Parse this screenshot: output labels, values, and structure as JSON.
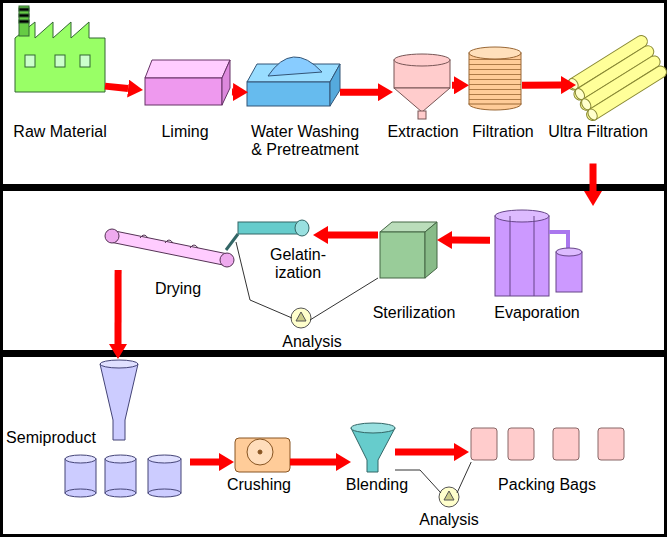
{
  "diagram": {
    "nodes": [
      {
        "text": [
          "Raw Material"
        ]
      },
      {
        "text": [
          "Liming"
        ]
      },
      {
        "text": [
          "Water Washing & Pretreatment"
        ]
      },
      {
        "text": [
          "Extraction"
        ]
      },
      {
        "text": [
          "Filtration"
        ]
      },
      {
        "text": [
          "Ultra Filtration"
        ]
      },
      {
        "text": [
          "Evaporation"
        ]
      },
      {
        "text": [
          "Sterilization"
        ]
      },
      {
        "text": [
          "Gelatin- ization"
        ]
      },
      {
        "text": [
          "Drying"
        ]
      },
      {
        "text": [
          "Analysis"
        ]
      },
      {
        "text": [
          "Semiproduct"
        ]
      },
      {
        "text": [
          "Crushing"
        ]
      },
      {
        "text": [
          "Blending"
        ]
      },
      {
        "text": [
          "Analysis"
        ]
      },
      {
        "text": [
          "Packing Bags"
        ]
      }
    ],
    "edges": [
      {
        "from": 0,
        "to": 1,
        "arrow": "to"
      },
      {
        "from": 1,
        "to": 2,
        "arrow": "to"
      },
      {
        "from": 2,
        "to": 3,
        "arrow": "to"
      },
      {
        "from": 3,
        "to": 4,
        "arrow": "to"
      },
      {
        "from": 4,
        "to": 5,
        "arrow": "to"
      },
      {
        "from": 5,
        "to": 6,
        "arrow": "to"
      },
      {
        "from": 6,
        "to": 7,
        "arrow": "to"
      },
      {
        "from": 7,
        "to": 8,
        "arrow": "to"
      },
      {
        "from": 8,
        "to": 10,
        "arrow": "none"
      },
      {
        "from": 7,
        "to": 10,
        "arrow": "none"
      },
      {
        "from": 9,
        "to": 11,
        "arrow": "to"
      },
      {
        "from": 11,
        "to": 12,
        "arrow": "to"
      },
      {
        "from": 12,
        "to": 13,
        "arrow": "to"
      },
      {
        "from": 13,
        "to": 15,
        "arrow": "to"
      },
      {
        "from": 13,
        "to": 14,
        "arrow": "none"
      },
      {
        "from": 15,
        "to": 14,
        "arrow": "none"
      }
    ]
  }
}
